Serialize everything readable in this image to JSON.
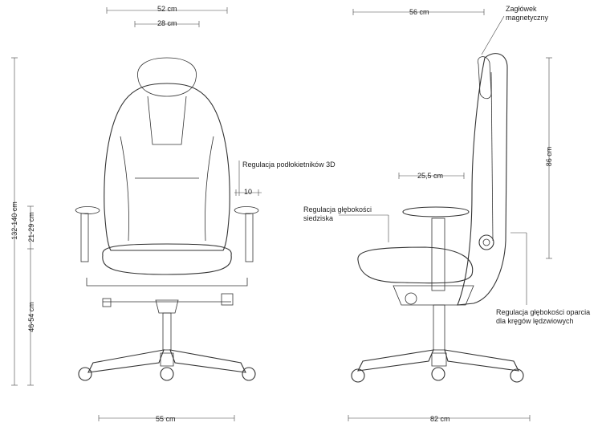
{
  "front_view": {
    "width_top": "52 cm",
    "headrest_width": "28 cm",
    "total_height": "132-140 cm",
    "armrest_height": "21-29 cm",
    "seat_height": "46-54 cm",
    "armrest_label": "Regulacja podłokietników 3D",
    "armrest_offset": "10",
    "base_width": "55 cm"
  },
  "side_view": {
    "depth_top": "56 cm",
    "headrest_label": "Zagłówek magnetyczny",
    "backrest_height": "86 cm",
    "armrest_depth": "25,5 cm",
    "seat_depth_label": "Regulacja głębokości siedziska",
    "lumbar_label": "Regulacja głębokości oparcia dla kręgów lędzwiowych",
    "base_depth": "82 cm"
  }
}
